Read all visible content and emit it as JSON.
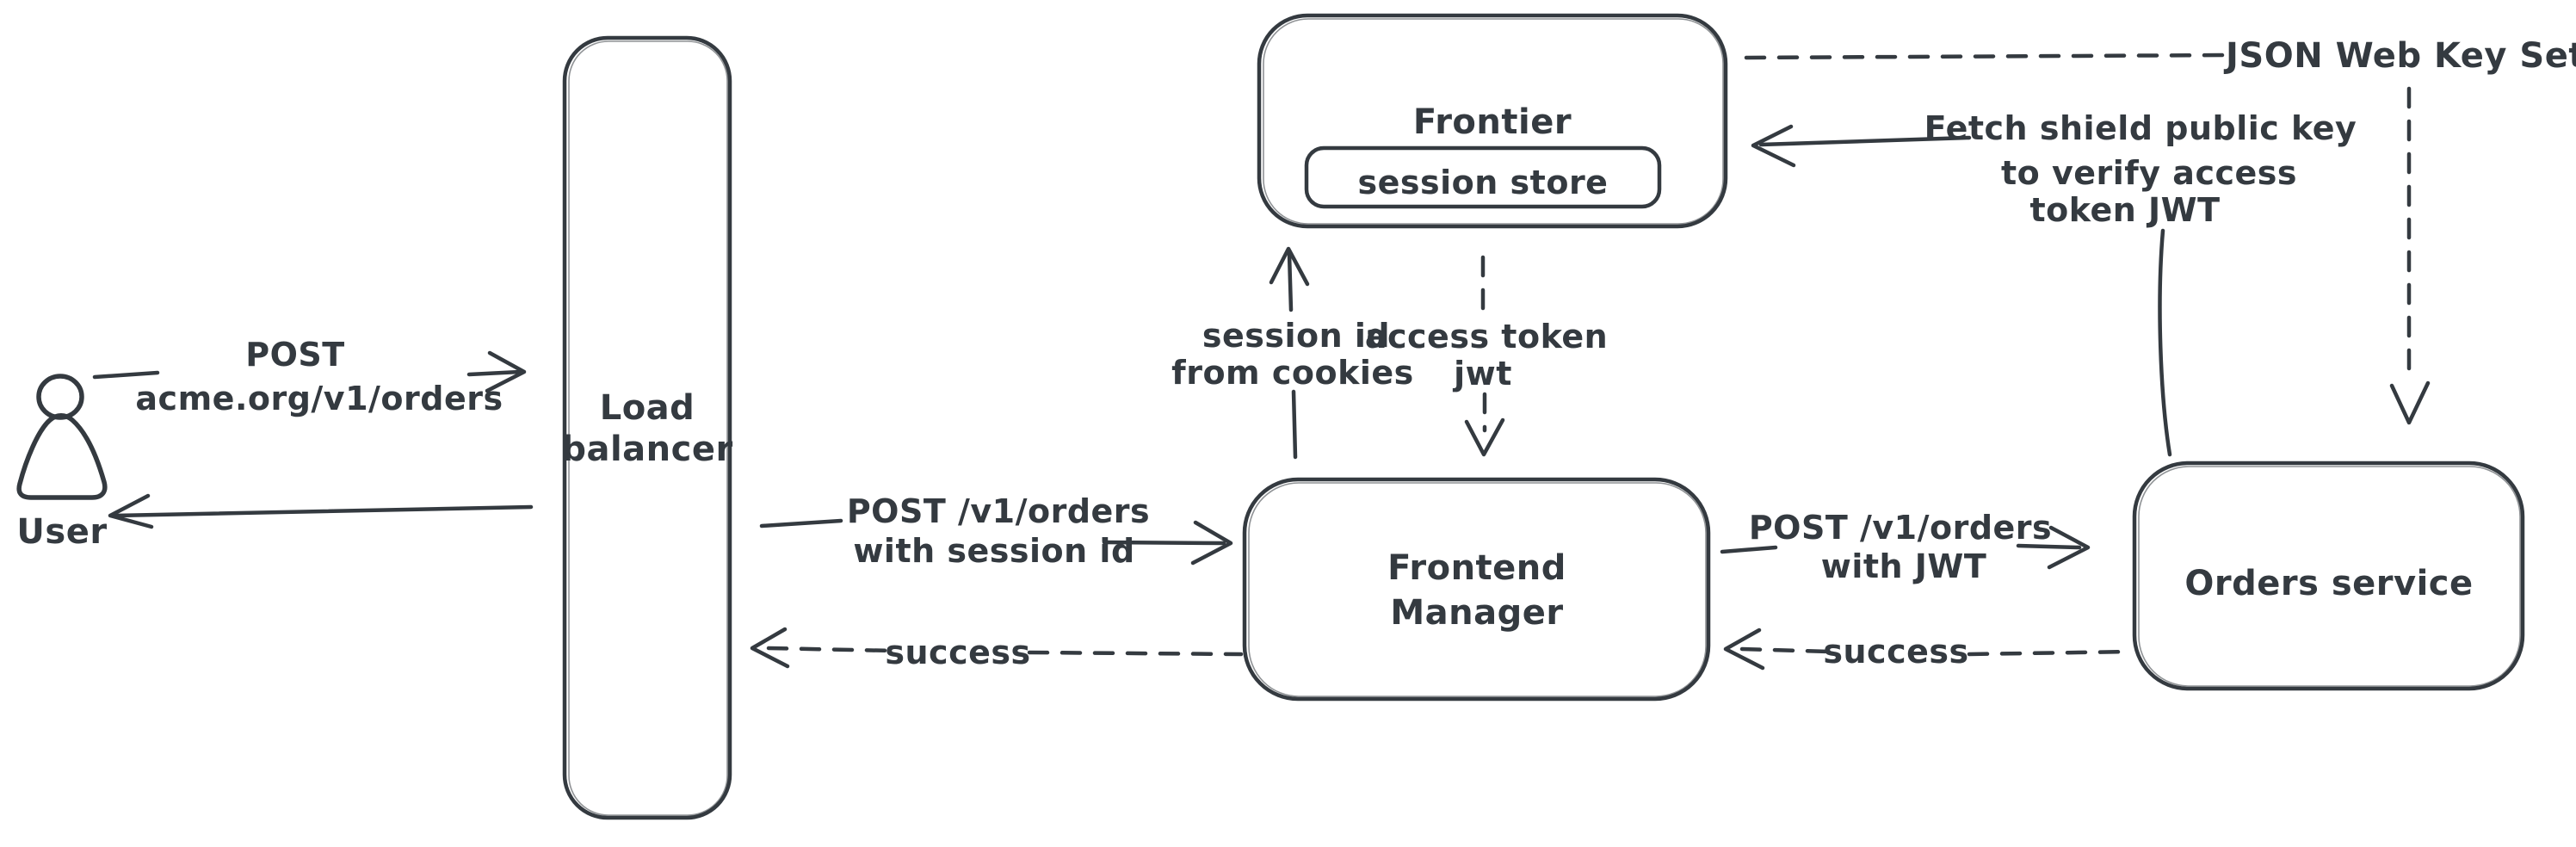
{
  "colors": {
    "stroke": "#343a40",
    "hatch_fill": "#c9d3dd",
    "background": "#ffffff"
  },
  "nodes": {
    "user": {
      "label": "User"
    },
    "load_balancer": {
      "lines": [
        "Load",
        "balancer"
      ]
    },
    "frontier": {
      "label": "Frontier",
      "session_store_label": "session store"
    },
    "frontend_manager": {
      "lines": [
        "Frontend",
        "Manager"
      ]
    },
    "orders_service": {
      "label": "Orders service"
    }
  },
  "edges": {
    "user_to_lb": {
      "style": "solid",
      "lines": [
        "POST",
        "acme.org/v1/orders"
      ]
    },
    "lb_to_user": {
      "style": "solid"
    },
    "lb_to_fm": {
      "style": "solid",
      "lines": [
        "POST /v1/orders",
        "with session id"
      ]
    },
    "fm_to_lb": {
      "style": "dashed",
      "label": "success"
    },
    "fm_to_frontier": {
      "style": "solid",
      "lines": [
        "session id",
        "from cookies"
      ]
    },
    "frontier_to_fm": {
      "style": "dashed",
      "lines": [
        "access token",
        "jwt"
      ]
    },
    "fm_to_orders": {
      "style": "solid",
      "lines": [
        "POST /v1/orders",
        "with JWT"
      ]
    },
    "orders_to_fm": {
      "style": "dashed",
      "label": "success"
    },
    "orders_to_frontier": {
      "style": "solid",
      "lines": [
        "Fetch shield public key",
        "to verify access",
        "token JWT"
      ]
    },
    "frontier_to_orders": {
      "style": "dashed",
      "label": "JSON Web Key Set"
    }
  }
}
